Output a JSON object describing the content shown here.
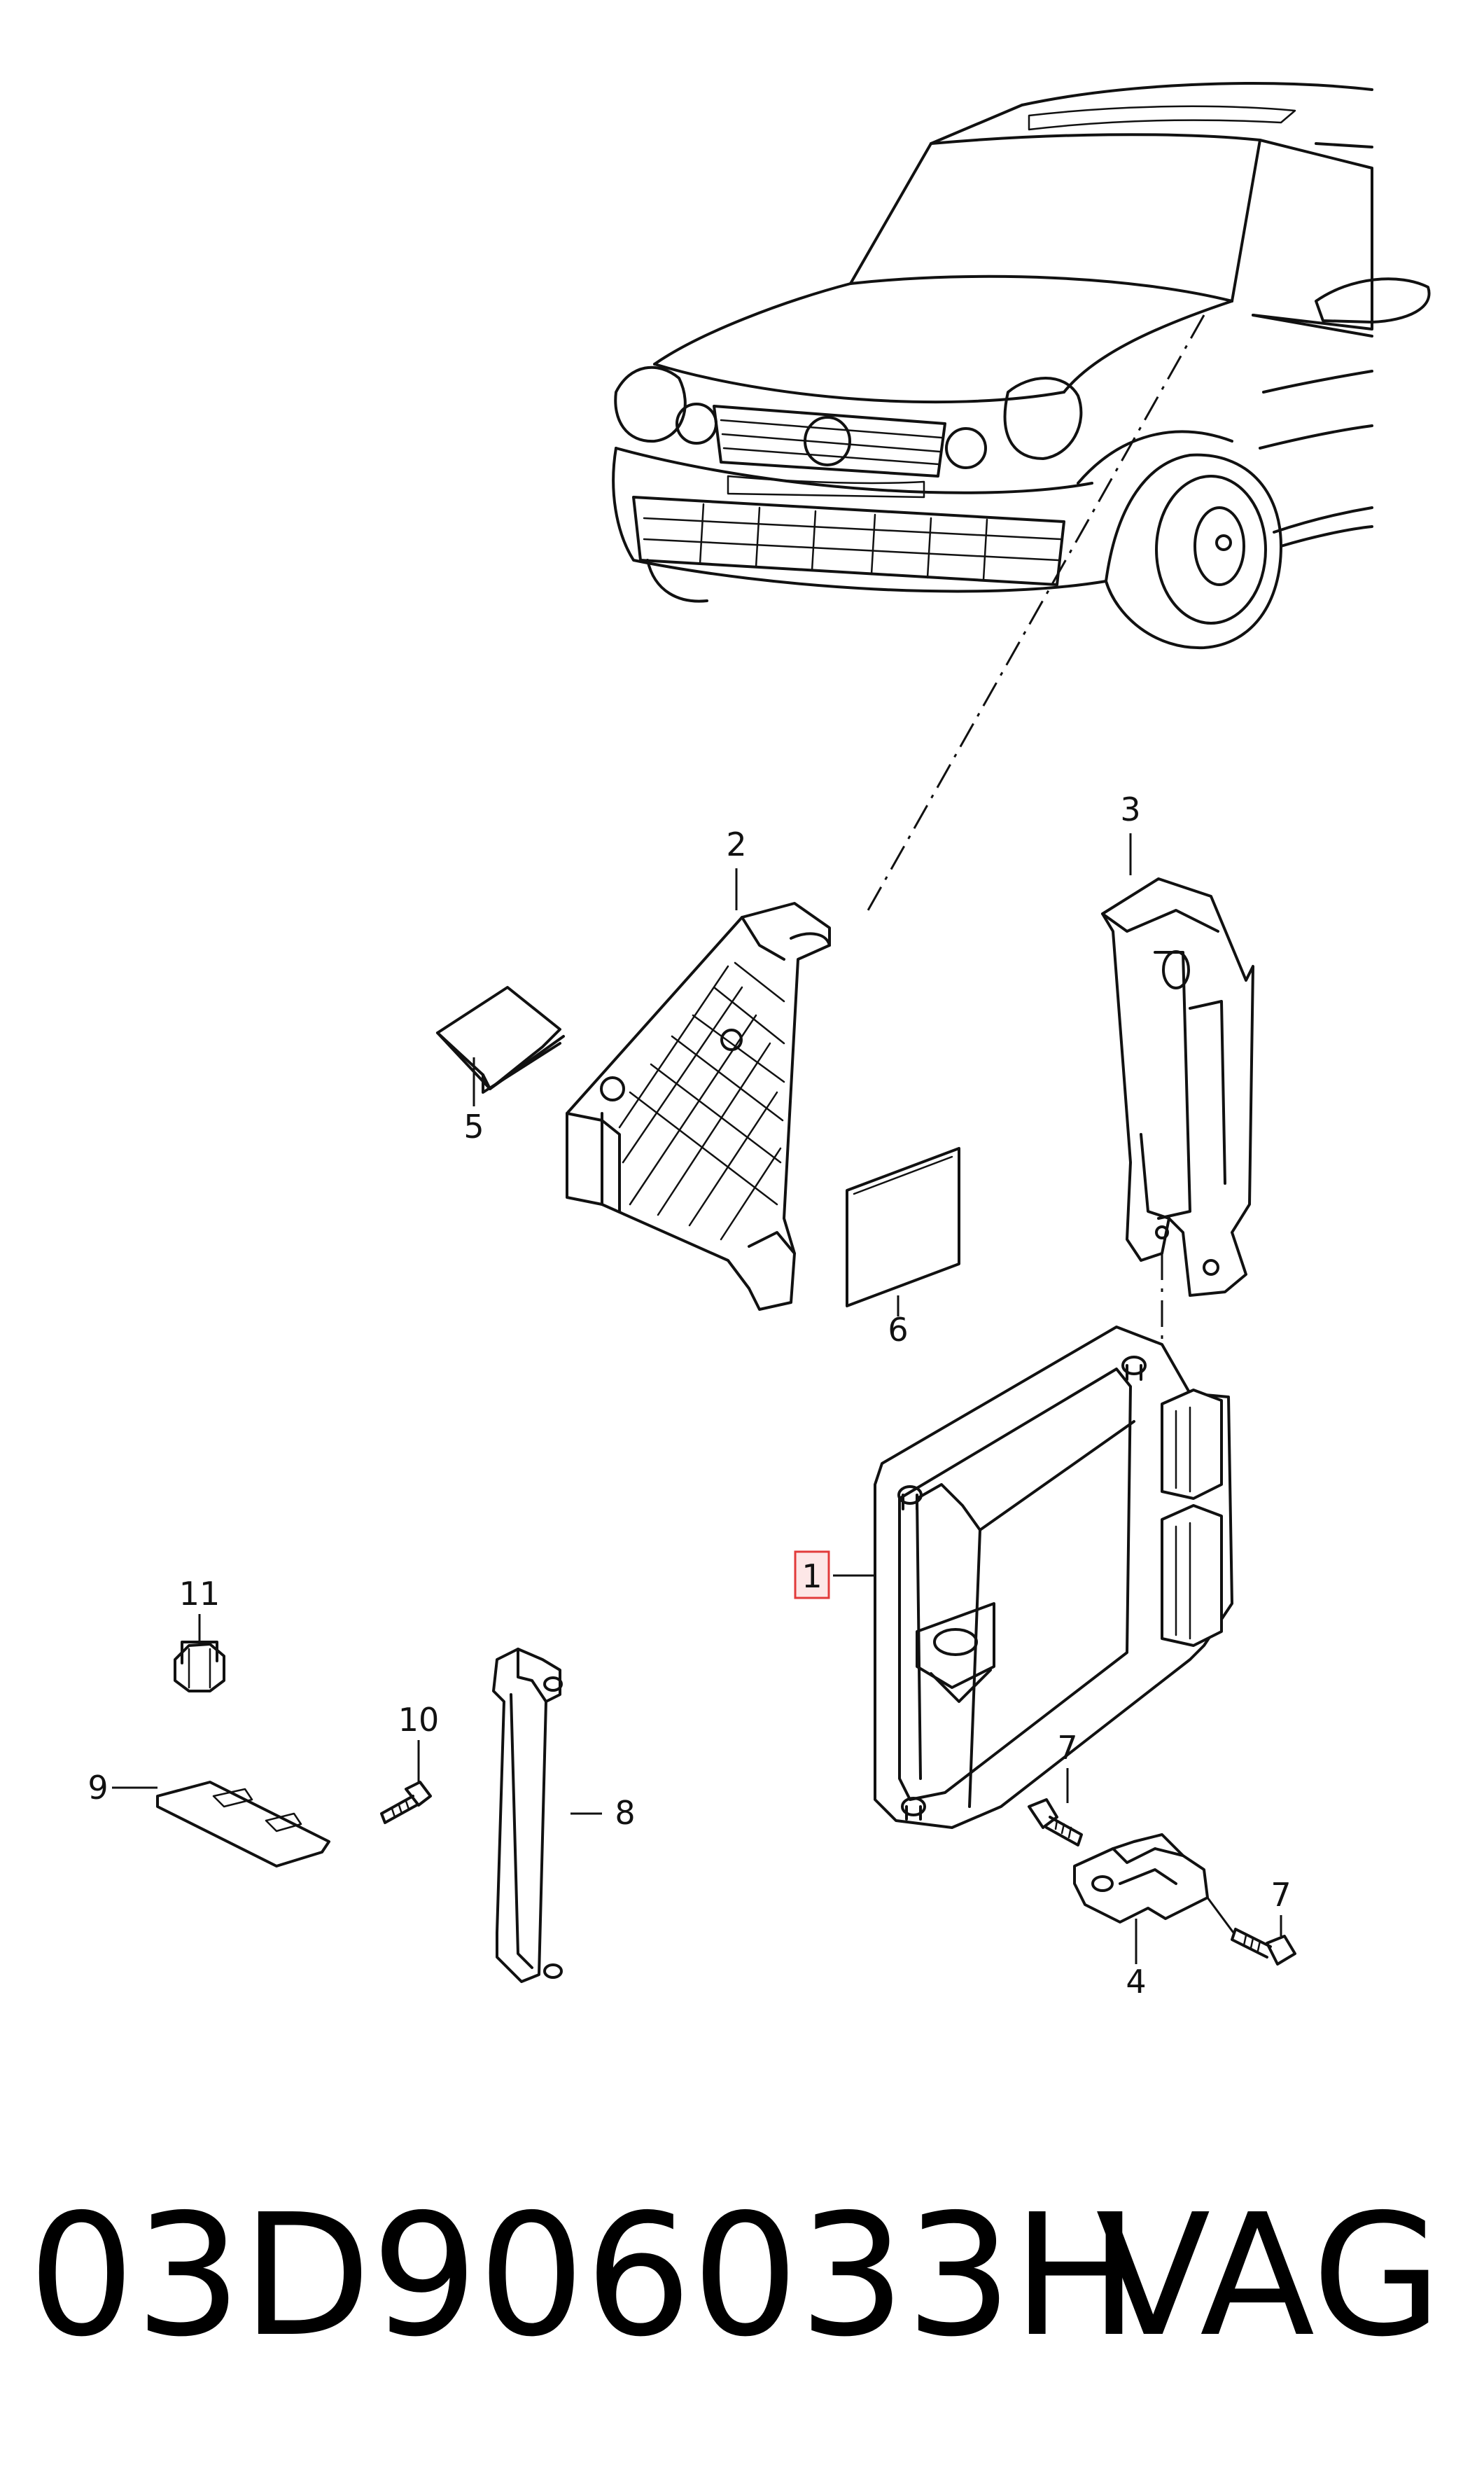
{
  "callouts": {
    "c1": "1",
    "c2": "2",
    "c3": "3",
    "c4": "4",
    "c5": "5",
    "c6": "6",
    "c7a": "7",
    "c7b": "7",
    "c8": "8",
    "c9": "9",
    "c10": "10",
    "c11": "11"
  },
  "caption": {
    "part_number": "03D906033H",
    "brand": "VAG"
  },
  "colors": {
    "line": "#111111",
    "highlight_box": "#e23b3b",
    "highlight_fill": "#fde7e7"
  }
}
